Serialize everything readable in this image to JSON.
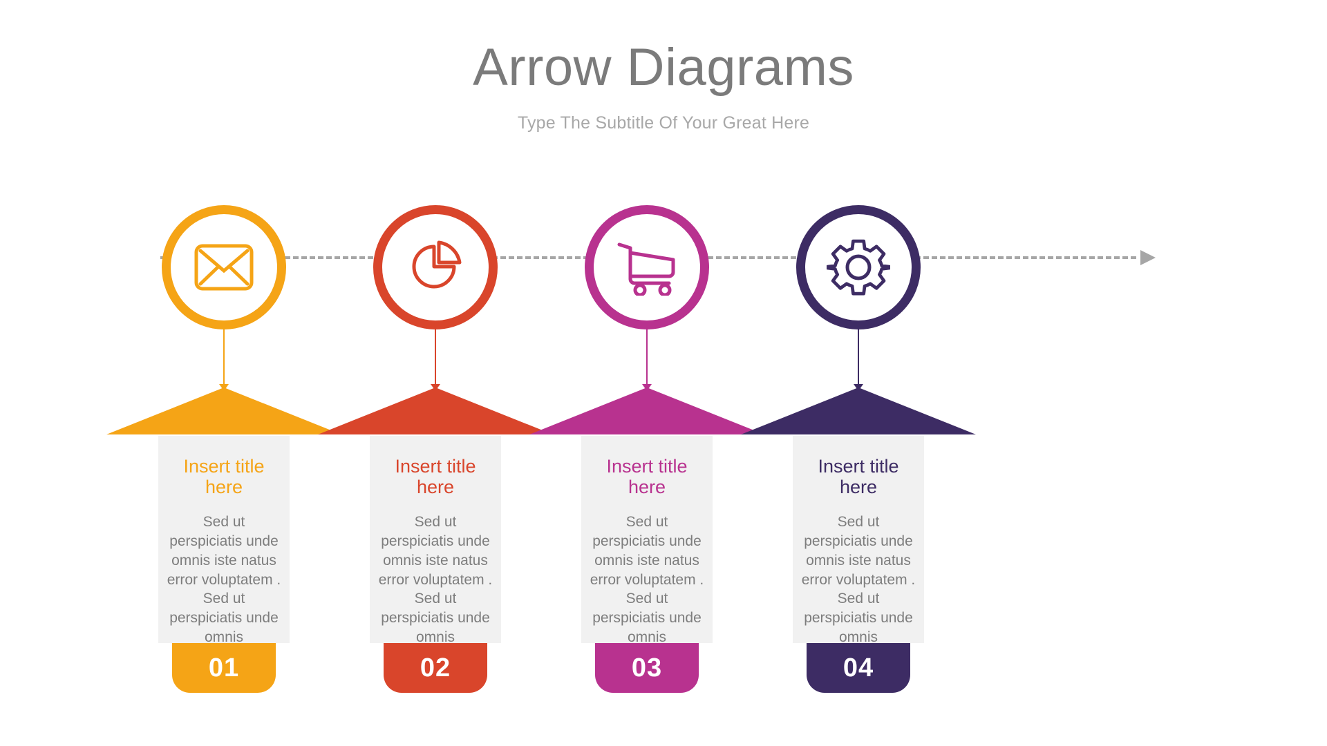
{
  "header": {
    "title": "Arrow Diagrams",
    "subtitle": "Type The Subtitle Of Your Great Here",
    "title_color": "#7b7b7b",
    "subtitle_color": "#a8a8a8"
  },
  "timeline": {
    "line_color": "#a6a6a6",
    "line_style": "dashed",
    "arrow_direction": "right"
  },
  "steps": [
    {
      "number": "01",
      "icon": "envelope-icon",
      "title": "Insert title here",
      "description": "Sed ut perspiciatis unde omnis iste natus error voluptatem . Sed ut perspiciatis unde omnis",
      "color": "#f5a416",
      "panel_color": "#f1f1f1"
    },
    {
      "number": "02",
      "icon": "pie-chart-icon",
      "title": "Insert title here",
      "description": "Sed ut perspiciatis unde omnis iste natus error voluptatem . Sed ut perspiciatis unde omnis",
      "color": "#d9452b",
      "panel_color": "#f1f1f1"
    },
    {
      "number": "03",
      "icon": "shopping-cart-icon",
      "title": "Insert title here",
      "description": "Sed ut perspiciatis unde omnis iste natus error voluptatem . Sed ut perspiciatis unde omnis",
      "color": "#b8328f",
      "panel_color": "#f1f1f1"
    },
    {
      "number": "04",
      "icon": "gear-icon",
      "title": "Insert title here",
      "description": "Sed ut perspiciatis unde omnis iste natus error voluptatem . Sed ut perspiciatis unde omnis",
      "color": "#3d2c64",
      "panel_color": "#f1f1f1"
    }
  ]
}
